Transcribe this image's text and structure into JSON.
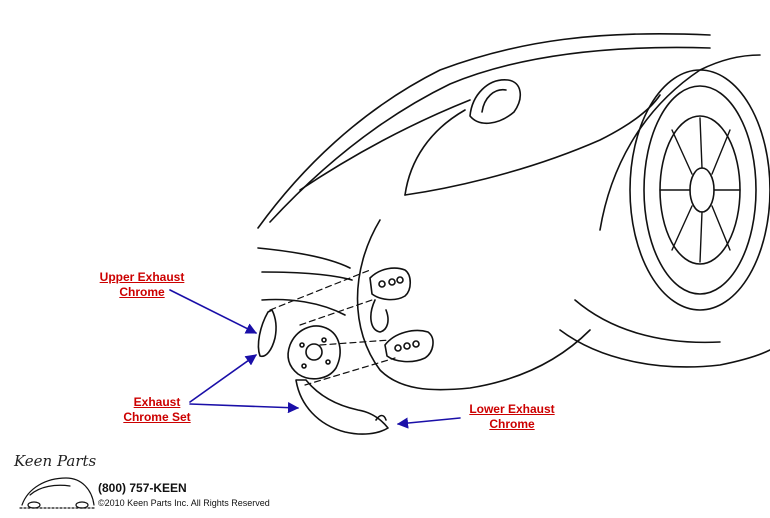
{
  "callouts": {
    "upper_exhaust_chrome": [
      "Upper Exhaust",
      "Chrome"
    ],
    "exhaust_chrome_set": [
      "Exhaust",
      "Chrome Set"
    ],
    "lower_exhaust_chrome": [
      "Lower Exhaust",
      "Chrome"
    ]
  },
  "footer": {
    "logo_text": "Keen Parts",
    "phone": "(800) 757-KEEN",
    "copyright": "©2010 Keen Parts Inc. All Rights Reserved"
  },
  "colors": {
    "label_red": "#cc0000",
    "arrow_blue": "#1a0fa8",
    "line_art": "#111111"
  }
}
